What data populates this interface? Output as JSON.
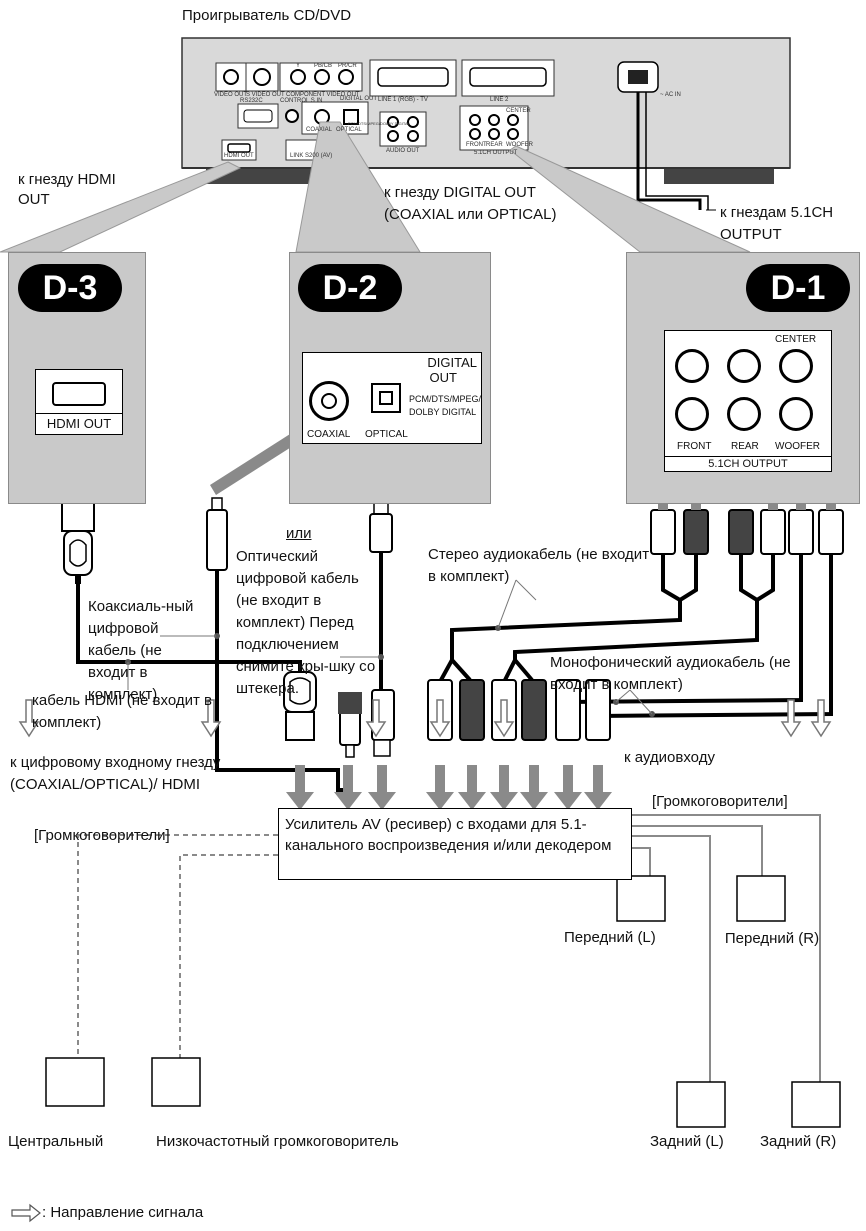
{
  "title": "Проигрыватель CD/DVD",
  "device_labels": {
    "video_out": "VIDEO OUT",
    "s_video_out": "S VIDEO OUT",
    "component_video_out": "COMPONENT VIDEO OUT",
    "y": "Y",
    "pb": "PB/CB",
    "pr": "PR/CR",
    "line1": "LINE 1 (RGB) - TV",
    "line2": "LINE 2",
    "ac_in": "~ AC IN",
    "rs232c": "RS232C",
    "control_s": "CONTROL S IN",
    "digital_out": "DIGITAL OUT",
    "coaxial": "COAXIAL",
    "optical": "OPTICAL",
    "pcm_dolby": "PCM/DTS/MPEG/DOLBY DIGITAL",
    "audio_out": "AUDIO OUT",
    "ch51_output": "5.1CH OUTPUT",
    "center": "CENTER",
    "front": "FRONT",
    "rear": "REAR",
    "woofer": "WOOFER",
    "hdmi_out": "HDMI OUT",
    "link": "LINK S200 (AV)"
  },
  "connector_labels": {
    "to_hdmi_out": "к гнезду HDMI OUT",
    "to_digital_out": "к гнезду DIGITAL OUT (COAXIAL или OPTICAL)",
    "to_51ch_output": "к гнездам 5.1CH OUTPUT"
  },
  "panels": {
    "d3": {
      "badge": "D-3",
      "hdmi_label": "HDMI OUT"
    },
    "d2": {
      "badge": "D-2",
      "digital": "DIGITAL",
      "out": "OUT",
      "formats": "PCM/DTS/MPEG/ DOLBY DIGITAL",
      "coaxial": "COAXIAL",
      "optical": "OPTICAL"
    },
    "d1": {
      "badge": "D-1",
      "center": "CENTER",
      "front": "FRONT",
      "rear": "REAR",
      "woofer": "WOOFER",
      "output": "5.1CH OUTPUT"
    }
  },
  "cables": {
    "or": "или",
    "optical": "Оптический цифровой кабель (не входит в комплект) Перед подключением снимите кры-шку со штекера.",
    "coaxial": "Коаксиаль-ный цифровой кабель (не входит в комплект)",
    "stereo": "Стерео аудиокабель (не входит в комплект)",
    "mono": "Монофонический аудиокабель (не входит в комплект)",
    "hdmi": "кабель HDMI (не входит в комплект)"
  },
  "inputs": {
    "digital_input": "к цифровому входному гнезду (COAXIAL/OPTICAL)/ HDMI",
    "audio_input": "к аудиовходу"
  },
  "speakers_label_left": "[Громкоговорители]",
  "speakers_label_right": "[Громкоговорители]",
  "receiver": "Усилитель AV (ресивер) с входами для 5.1-канального воспроизведения и/или декодером",
  "speakers": {
    "front_l": "Передний (L)",
    "front_r": "Передний (R)",
    "rear_l": "Задний (L)",
    "rear_r": "Задний (R)",
    "center": "Центральный",
    "sub": "Низкочастотный громкоговоритель"
  },
  "legend": ": Направление сигнала",
  "colors": {
    "panel": "#c9c9c9",
    "cable": "#000000",
    "speaker_line": "#888888",
    "arrow": "#777777"
  }
}
